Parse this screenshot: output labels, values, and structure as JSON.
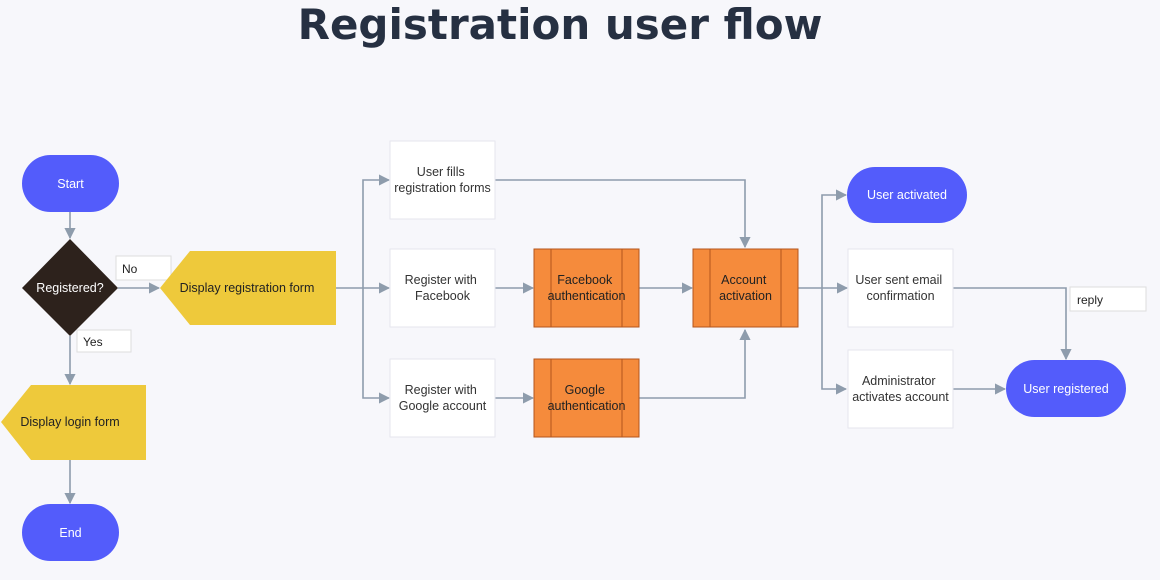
{
  "title": "Registration user flow",
  "colors": {
    "terminal": "#535cfb",
    "decision": "#2d221c",
    "display": "#eec93b",
    "process_box": "#ffffff",
    "auth": "#f58b3c",
    "auth_line": "#b4561c",
    "connector": "#8e9cac",
    "edge_label_border": "#dddddd"
  },
  "nodes": {
    "start": "Start",
    "registered": "Registered?",
    "display_registration": "Display registration form",
    "display_login": "Display login form",
    "end": "End",
    "fills_forms": [
      "User fills",
      "registration forms"
    ],
    "register_facebook": [
      "Register with",
      "Facebook"
    ],
    "register_google": [
      "Register with",
      "Google account"
    ],
    "facebook_auth": [
      "Facebook",
      "authentication"
    ],
    "google_auth": [
      "Google",
      "authentication"
    ],
    "account_activation": [
      "Account",
      "activation"
    ],
    "user_activated": "User activated",
    "email_confirmation": [
      "User sent email",
      "confirmation"
    ],
    "admin_activates": [
      "Administrator",
      "activates account"
    ],
    "user_registered": "User registered"
  },
  "edge_labels": {
    "no": "No",
    "yes": "Yes",
    "reply": "reply"
  }
}
